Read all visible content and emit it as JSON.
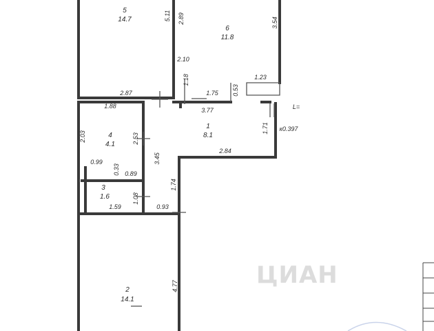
{
  "rooms": [
    {
      "number": "5",
      "area": "14.7"
    },
    {
      "number": "6",
      "area": "11.8"
    },
    {
      "number": "4",
      "area": "4.1"
    },
    {
      "number": "1",
      "area": "8.1"
    },
    {
      "number": "3",
      "area": "1.6"
    },
    {
      "number": "2",
      "area": "14.1"
    }
  ],
  "dimensions": {
    "d_511": "5.11",
    "d_289": "2.89",
    "d_354": "3.54",
    "d_210": "2.10",
    "d_118": "1.18",
    "d_123": "1.23",
    "d_287": "2.87",
    "d_175": "1.75",
    "d_053": "0.53",
    "d_188": "1.88",
    "d_377": "3.77",
    "d_171": "1.71",
    "d_203": "2.03",
    "d_253": "2.53",
    "d_345": "3.45",
    "d_284": "2.84",
    "d_099": "0.99",
    "d_033": "0.33",
    "d_089": "0.89",
    "d_174": "1.74",
    "d_108": "1.08",
    "d_159": "1.59",
    "d_093": "0.93",
    "d_477": "4.77"
  },
  "annotations": {
    "level": "к0.397",
    "mark": "L=",
    "watermark": "ЦИАН"
  }
}
